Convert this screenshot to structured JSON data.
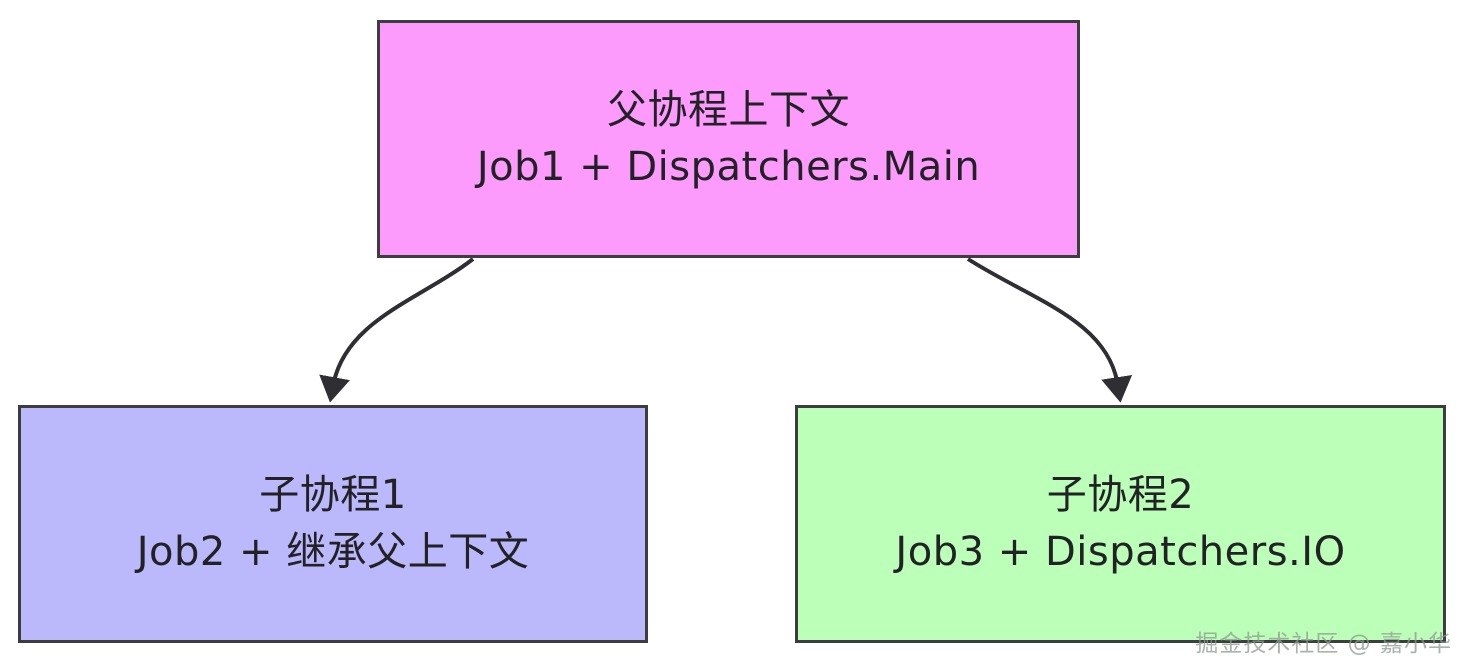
{
  "diagram": {
    "type": "flowchart",
    "background_color": "#ffffff",
    "border_color": "#3d3d40",
    "text_color": "#222226",
    "nodes": [
      {
        "id": "parent",
        "name": "parent-coroutine-context",
        "title": "父协程上下文",
        "subtitle": "Job1 + Dispatchers.Main",
        "fill_color": "#fc9bfc"
      },
      {
        "id": "child1",
        "name": "child-coroutine-1",
        "title": "子协程1",
        "subtitle": "Job2 + 继承父上下文",
        "fill_color": "#bbb8fb"
      },
      {
        "id": "child2",
        "name": "child-coroutine-2",
        "title": "子协程2",
        "subtitle": "Job3 + Dispatchers.IO",
        "fill_color": "#bbffb8"
      }
    ],
    "edges": [
      {
        "from": "parent",
        "to": "child1",
        "label": "",
        "style": "curved-arrow"
      },
      {
        "from": "parent",
        "to": "child2",
        "label": "",
        "style": "curved-arrow"
      }
    ]
  },
  "watermark": {
    "text": "掘金技术社区 @ 嘉小华"
  }
}
